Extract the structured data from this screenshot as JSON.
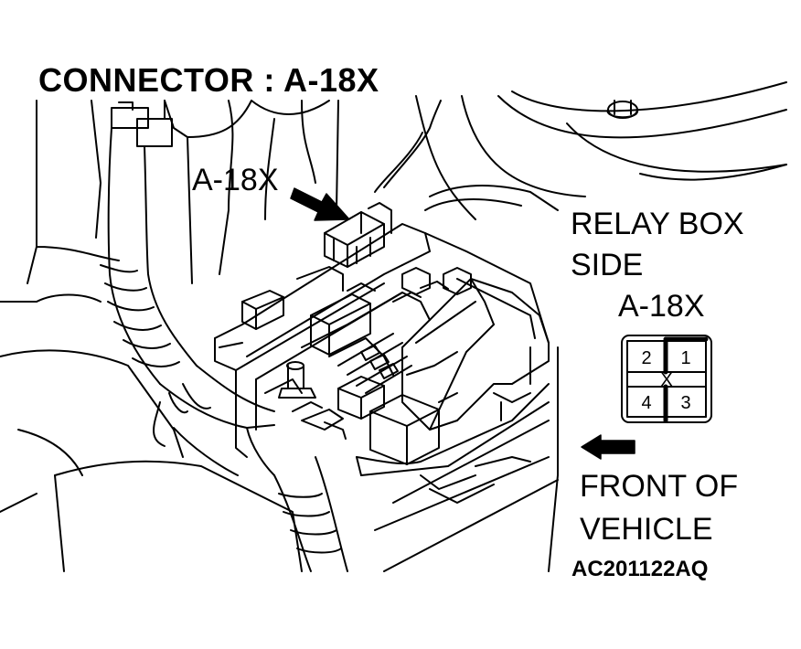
{
  "title": "CONNECTOR : A-18X",
  "callout_label": "A-18X",
  "relay_box_side": {
    "line1": "RELAY BOX",
    "line2": "SIDE",
    "connector_name": "A-18X"
  },
  "connector_pins": {
    "pin_2": "2",
    "pin_1": "1",
    "pin_4": "4",
    "pin_3": "3",
    "center_mark": "X"
  },
  "front_of_vehicle": {
    "line1": "FRONT OF",
    "line2": "VEHICLE"
  },
  "figure_code": "AC201122AQ",
  "icons": [
    "callout-arrow-icon",
    "front-direction-arrow-icon"
  ]
}
